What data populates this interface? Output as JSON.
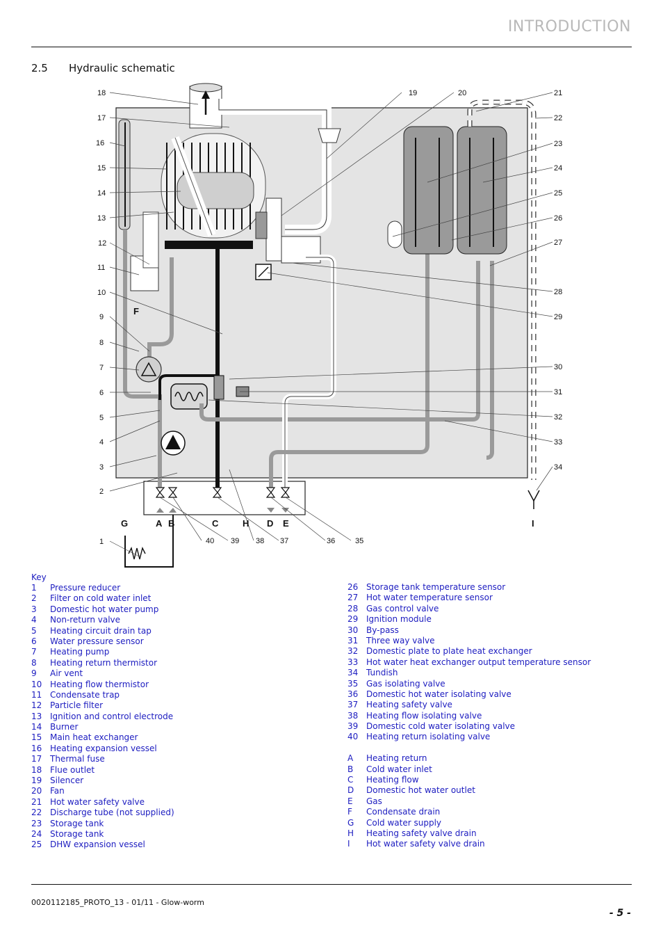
{
  "header": {
    "title": "INTRODUCTION"
  },
  "section": {
    "number": "2.5",
    "title": "Hydraulic schematic"
  },
  "diagram": {
    "left_callouts": [
      "18",
      "17",
      "16",
      "15",
      "14",
      "13",
      "12",
      "11",
      "10",
      "9",
      "8",
      "7",
      "6",
      "5",
      "4",
      "3",
      "2",
      "1"
    ],
    "right_callouts": [
      "21",
      "22",
      "23",
      "24",
      "25",
      "26",
      "27",
      "28",
      "29",
      "30",
      "31",
      "32",
      "33",
      "34"
    ],
    "top_callouts": [
      "19",
      "20"
    ],
    "bottom_callouts": [
      "40",
      "39",
      "38",
      "37",
      "36",
      "35"
    ],
    "connection_letters": [
      "G",
      "A",
      "B",
      "C",
      "H",
      "D",
      "E",
      "I"
    ],
    "inner_letters": [
      "F"
    ]
  },
  "key": {
    "title": "Key",
    "left": [
      {
        "n": "1",
        "t": "Pressure reducer"
      },
      {
        "n": "2",
        "t": "Filter on cold water inlet"
      },
      {
        "n": "3",
        "t": "Domestic hot water pump"
      },
      {
        "n": "4",
        "t": "Non-return valve"
      },
      {
        "n": "5",
        "t": "Heating circuit drain tap"
      },
      {
        "n": "6",
        "t": "Water pressure sensor"
      },
      {
        "n": "7",
        "t": "Heating pump"
      },
      {
        "n": "8",
        "t": "Heating return thermistor"
      },
      {
        "n": "9",
        "t": "Air vent"
      },
      {
        "n": "10",
        "t": "Heating flow thermistor"
      },
      {
        "n": "11",
        "t": "Condensate trap"
      },
      {
        "n": "12",
        "t": "Particle filter"
      },
      {
        "n": "13",
        "t": "Ignition and control electrode"
      },
      {
        "n": "14",
        "t": "Burner"
      },
      {
        "n": "15",
        "t": "Main heat exchanger"
      },
      {
        "n": "16",
        "t": "Heating expansion vessel"
      },
      {
        "n": "17",
        "t": "Thermal fuse"
      },
      {
        "n": "18",
        "t": "Flue outlet"
      },
      {
        "n": "19",
        "t": "Silencer"
      },
      {
        "n": "20",
        "t": "Fan"
      },
      {
        "n": "21",
        "t": "Hot water safety valve"
      },
      {
        "n": "22",
        "t": "Discharge tube (not supplied)"
      },
      {
        "n": "23",
        "t": "Storage tank"
      },
      {
        "n": "24",
        "t": "Storage tank"
      },
      {
        "n": "25",
        "t": "DHW expansion vessel"
      }
    ],
    "right": [
      {
        "n": "26",
        "t": "Storage tank temperature sensor"
      },
      {
        "n": "27",
        "t": "Hot water temperature sensor"
      },
      {
        "n": "28",
        "t": "Gas control valve"
      },
      {
        "n": "29",
        "t": "Ignition module"
      },
      {
        "n": "30",
        "t": "By-pass"
      },
      {
        "n": "31",
        "t": "Three way valve"
      },
      {
        "n": "32",
        "t": "Domestic plate to plate heat exchanger"
      },
      {
        "n": "33",
        "t": "Hot water heat exchanger output temperature sensor"
      },
      {
        "n": "34",
        "t": "Tundish"
      },
      {
        "n": "35",
        "t": "Gas isolating valve"
      },
      {
        "n": "36",
        "t": "Domestic hot water isolating valve"
      },
      {
        "n": "37",
        "t": "Heating safety valve"
      },
      {
        "n": "38",
        "t": "Heating flow isolating valve"
      },
      {
        "n": "39",
        "t": "Domestic cold water isolating valve"
      },
      {
        "n": "40",
        "t": "Heating return isolating valve"
      }
    ],
    "letters": [
      {
        "n": "A",
        "t": "Heating return"
      },
      {
        "n": "B",
        "t": "Cold water inlet"
      },
      {
        "n": "C",
        "t": "Heating flow"
      },
      {
        "n": "D",
        "t": "Domestic hot water outlet"
      },
      {
        "n": "E",
        "t": "Gas"
      },
      {
        "n": "F",
        "t": "Condensate drain"
      },
      {
        "n": "G",
        "t": "Cold water supply"
      },
      {
        "n": "H",
        "t": "Heating safety valve drain"
      },
      {
        "n": "I",
        "t": "Hot water safety valve drain"
      }
    ]
  },
  "footer": {
    "doc_ref": "0020112185_PROTO_13 - 01/11 - Glow-worm",
    "page": "- 5 -"
  }
}
